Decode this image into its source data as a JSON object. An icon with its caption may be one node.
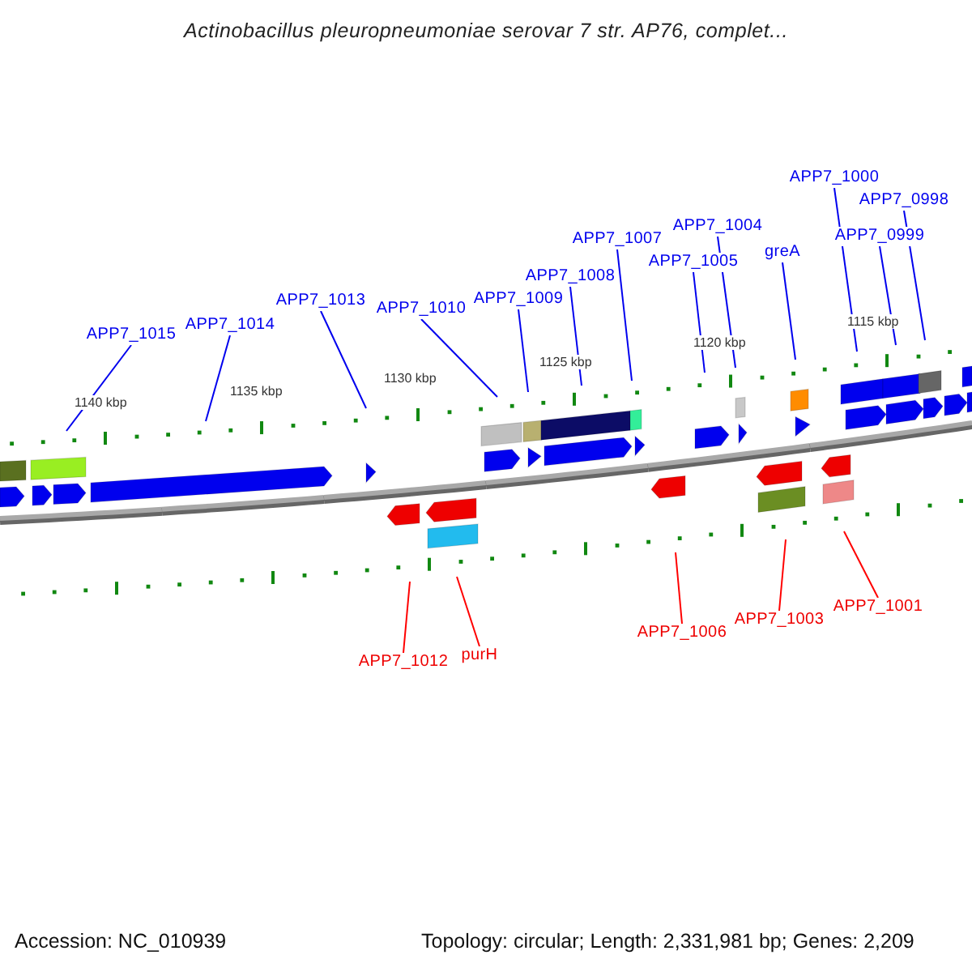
{
  "diagram": {
    "title": "Actinobacillus pleuropneumoniae serovar 7 str. AP76, complet...",
    "nodes": [
      {
        "text": [
          "APP7_1015"
        ]
      },
      {
        "text": [
          "APP7_1014"
        ]
      },
      {
        "text": [
          "APP7_1013"
        ]
      },
      {
        "text": [
          "APP7_1010"
        ]
      },
      {
        "text": [
          "APP7_1009"
        ]
      },
      {
        "text": [
          "APP7_1008"
        ]
      },
      {
        "text": [
          "APP7_1007"
        ]
      },
      {
        "text": [
          "APP7_1005"
        ]
      },
      {
        "text": [
          "APP7_1004"
        ]
      },
      {
        "text": [
          "greA"
        ]
      },
      {
        "text": [
          "APP7_1000"
        ]
      },
      {
        "text": [
          "APP7_0999"
        ]
      },
      {
        "text": [
          "APP7_0998"
        ]
      },
      {
        "text": [
          "APP7_1012"
        ]
      },
      {
        "text": [
          "purH"
        ]
      },
      {
        "text": [
          "APP7_1006"
        ]
      },
      {
        "text": [
          "APP7_1003"
        ]
      },
      {
        "text": [
          "APP7_1001"
        ]
      }
    ],
    "edges": [
      {
        "from": 0,
        "to": null,
        "arrow": "none"
      },
      {
        "from": 1,
        "to": null,
        "arrow": "none"
      },
      {
        "from": 2,
        "to": null,
        "arrow": "none"
      },
      {
        "from": 3,
        "to": null,
        "arrow": "none"
      },
      {
        "from": 4,
        "to": null,
        "arrow": "none"
      },
      {
        "from": 5,
        "to": null,
        "arrow": "none"
      },
      {
        "from": 6,
        "to": null,
        "arrow": "none"
      },
      {
        "from": 7,
        "to": null,
        "arrow": "none"
      },
      {
        "from": 8,
        "to": null,
        "arrow": "none"
      },
      {
        "from": 9,
        "to": null,
        "arrow": "none"
      },
      {
        "from": 10,
        "to": null,
        "arrow": "none"
      },
      {
        "from": 11,
        "to": null,
        "arrow": "none"
      },
      {
        "from": 12,
        "to": null,
        "arrow": "none"
      },
      {
        "from": 13,
        "to": null,
        "arrow": "none",
        "color": "#ff0000"
      },
      {
        "from": 14,
        "to": null,
        "arrow": "none",
        "color": "#ff0000"
      },
      {
        "from": 15,
        "to": null,
        "arrow": "none",
        "color": "#ff0000"
      },
      {
        "from": 16,
        "to": null,
        "arrow": "none",
        "color": "#ff0000"
      },
      {
        "from": 17,
        "to": null,
        "arrow": "none",
        "color": "#ff0000"
      }
    ],
    "labels": [
      "1140 kbp",
      "1135 kbp",
      "1130 kbp",
      "1125 kbp",
      "1120 kbp",
      "1115 kbp",
      "Accession: NC_010939",
      "Topology: circular; Length: 2,331,981 bp; Genes: 2,209"
    ]
  }
}
